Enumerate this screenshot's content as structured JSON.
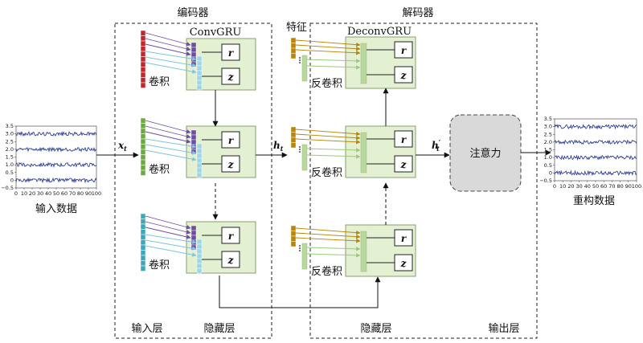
{
  "labels": {
    "encoder": "编码器",
    "decoder": "解码器",
    "convgru": "ConvGRU",
    "deconvgru": "DeconvGRU",
    "feature": "特征",
    "conv": "卷积",
    "deconv": "反卷积",
    "input_data": "输入数据",
    "reconstructed_data": "重构数据",
    "attention": "注意力",
    "input_layer": "输入层",
    "hidden_layer": "隐藏层",
    "output_layer": "输出层",
    "xt": "x",
    "xt_sub": "t",
    "ht": "h",
    "ht_sub": "t",
    "htp": "h",
    "htp_sub": "t",
    "htp_prime": "′",
    "gate_r": "r",
    "gate_z": "z"
  },
  "colors": {
    "input_red": "#c0282d",
    "input_green": "#6ea843",
    "input_teal": "#3ea6b9",
    "purple": "#6f4ea1",
    "light_blue": "#9fd6e6",
    "gold": "#b8860b",
    "pale_green": "#b8d99b",
    "cell_fill": "#e4f0d2",
    "cell_border": "#8a9c70",
    "attention_fill": "#d9d9d9",
    "signal": "#2e3f91"
  },
  "input_chart": {
    "y_ticks": [
      "3.5",
      "3.0",
      "2.5",
      "2.0",
      "1.5",
      "1.0",
      "0.5",
      "0",
      "−0.5"
    ],
    "x_ticks": [
      "0",
      "10",
      "20",
      "30",
      "40",
      "50",
      "60",
      "70",
      "80",
      "90",
      "100"
    ],
    "ylim": [
      -0.5,
      3.5
    ],
    "series_levels": [
      3.0,
      2.0,
      1.0,
      0.0
    ]
  },
  "output_chart": {
    "y_ticks": [
      "3.5",
      "3.0",
      "2.5",
      "2.0",
      "1.5",
      "1.0",
      "0.5",
      "0",
      "−0.5"
    ],
    "x_ticks": [
      "0",
      "10",
      "20",
      "30",
      "40",
      "50",
      "60",
      "70",
      "80",
      "90",
      "100"
    ],
    "ylim": [
      -0.5,
      3.5
    ],
    "series_levels": [
      3.0,
      2.0,
      1.0,
      0.0
    ]
  }
}
